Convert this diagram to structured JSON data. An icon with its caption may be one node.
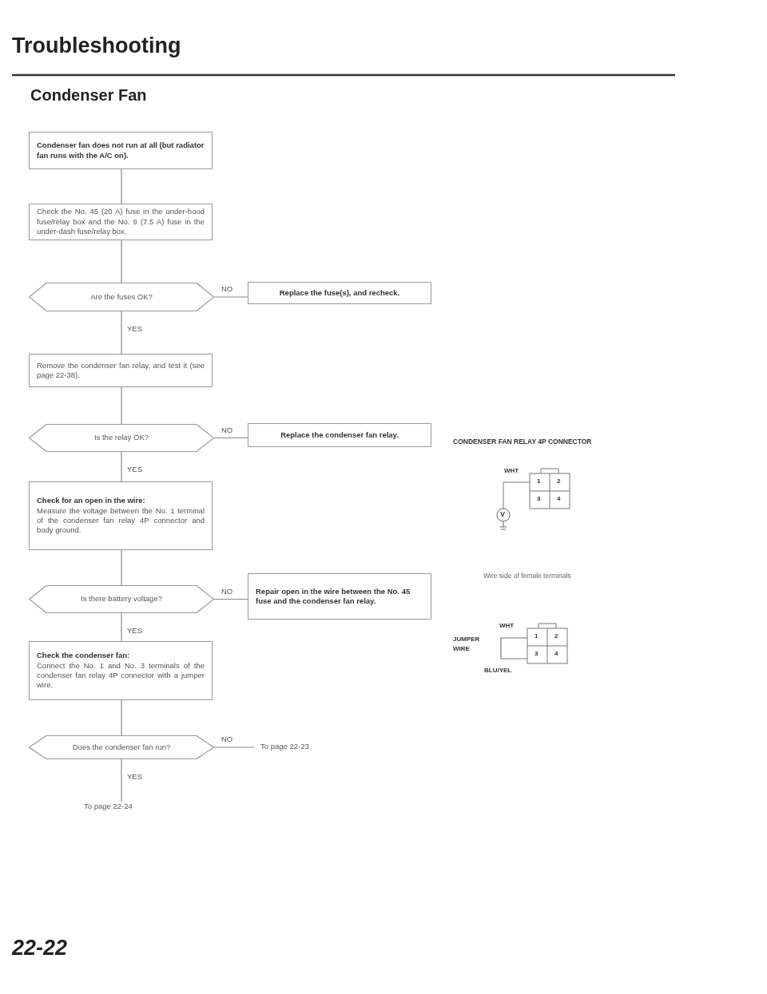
{
  "diagram": {
    "title": "Troubleshooting",
    "nodes": [
      {
        "text": [
          "Condenser fan does not run at all (but radiator fan runs with the A/C on)."
        ]
      },
      {
        "text": [
          "Check the No. 45 (20 A) fuse in the under-hood fuse/relay box and the No. 9 (7.5 A) fuse in the under-dash fuse/relay box."
        ]
      },
      {
        "text": [
          "Are the fuses OK?"
        ]
      },
      {
        "text": [
          "Replace the fuse(s), and recheck."
        ]
      },
      {
        "text": [
          "Remove the condenser fan relay, and test it (see page 22-38)."
        ]
      },
      {
        "text": [
          "Is the relay OK?"
        ]
      },
      {
        "text": [
          "Replace the condenser fan relay."
        ]
      },
      {
        "text": [
          "Check for an open in the wire:",
          "Measure the voltage between the No. 1 terminal of the condenser fan relay 4P connector and body ground."
        ]
      },
      {
        "text": [
          "Is there battery voltage?"
        ]
      },
      {
        "text": [
          "Repair open in the wire between the No. 45 fuse and the condenser fan relay."
        ]
      },
      {
        "text": [
          "Check the condenser fan:",
          "Connect the No. 1 and No. 3 terminals of the condenser fan relay 4P connector with a jumper wire."
        ]
      },
      {
        "text": [
          "Does the condenser fan run?"
        ]
      },
      {
        "text": [
          "To page 22-23"
        ]
      },
      {
        "text": [
          "To page 22-24"
        ]
      }
    ],
    "edges": [
      {
        "from": 0,
        "to": 1,
        "arrow": "none"
      },
      {
        "from": 1,
        "to": 2,
        "arrow": "none"
      },
      {
        "from": 2,
        "to": 3,
        "arrow": "none",
        "label": "NO"
      },
      {
        "from": 2,
        "to": 4,
        "arrow": "none",
        "label": "YES"
      },
      {
        "from": 4,
        "to": 5,
        "arrow": "none"
      },
      {
        "from": 5,
        "to": 6,
        "arrow": "none",
        "label": "NO"
      },
      {
        "from": 5,
        "to": 7,
        "arrow": "none",
        "label": "YES"
      },
      {
        "from": 7,
        "to": 8,
        "arrow": "none"
      },
      {
        "from": 8,
        "to": 9,
        "arrow": "none",
        "label": "NO"
      },
      {
        "from": 8,
        "to": 10,
        "arrow": "none",
        "label": "YES"
      },
      {
        "from": 10,
        "to": 11,
        "arrow": "none"
      },
      {
        "from": 11,
        "to": 12,
        "arrow": "none",
        "label": "NO"
      },
      {
        "from": 11,
        "to": 13,
        "arrow": "none",
        "label": "YES"
      }
    ],
    "labels": [
      "Condenser Fan",
      "CONDENSER FAN RELAY 4P CONNECTOR",
      "WHT",
      "1",
      "2",
      "3",
      "4",
      "V",
      "Wire side of female terminals",
      "WHT",
      "JUMPER WIRE",
      "1",
      "2",
      "3",
      "4",
      "BLU/YEL",
      "22-22"
    ]
  }
}
